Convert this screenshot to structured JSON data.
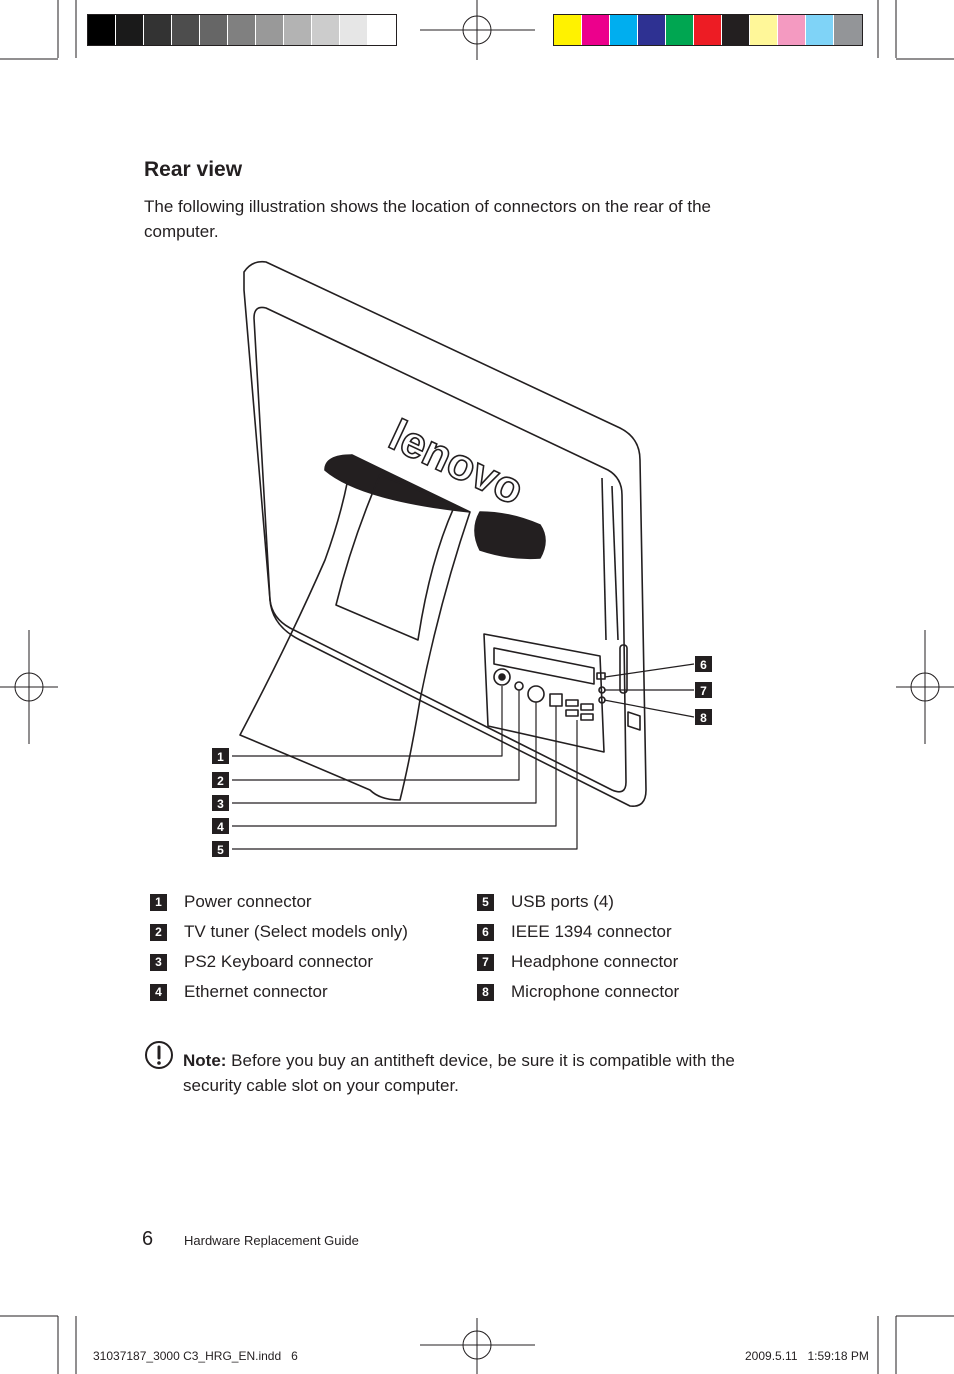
{
  "print_marks": {
    "grayscale_swatches": [
      "#000000",
      "#1a1a1a",
      "#333333",
      "#4d4d4d",
      "#666666",
      "#808080",
      "#999999",
      "#b3b3b3",
      "#cccccc",
      "#e6e6e6",
      "#ffffff"
    ],
    "color_swatches": [
      "#fff200",
      "#ec008c",
      "#00aeef",
      "#2e3192",
      "#00a651",
      "#ed1c24",
      "#231f20",
      "#fff799",
      "#f49ac1",
      "#7fd3f7",
      "#939598"
    ]
  },
  "section": {
    "title": "Rear view",
    "intro": "The following illustration shows the location of connectors on the rear of the computer."
  },
  "illustration": {
    "brand_logo": "lenovo",
    "callout_icon": "number-badge-icon"
  },
  "legend": {
    "items": [
      {
        "num": "1",
        "label": "Power connector"
      },
      {
        "num": "2",
        "label": "TV tuner (Select models only)"
      },
      {
        "num": "3",
        "label": "PS2 Keyboard connector"
      },
      {
        "num": "4",
        "label": "Ethernet connector"
      },
      {
        "num": "5",
        "label": "USB ports (4)"
      },
      {
        "num": "6",
        "label": "IEEE 1394 connector"
      },
      {
        "num": "7",
        "label": "Headphone connector"
      },
      {
        "num": "8",
        "label": "Microphone connector"
      }
    ]
  },
  "note": {
    "icon": "exclamation-circle-icon",
    "label": "Note:",
    "text": " Before you buy an antitheft device, be sure it is compatible with the security cable slot on your computer."
  },
  "footer": {
    "page_number": "6",
    "guide_title": "Hardware Replacement Guide",
    "slug_file": "31037187_3000 C3_HRG_EN.indd   6",
    "slug_timestamp": "2009.5.11   1:59:18 PM"
  }
}
